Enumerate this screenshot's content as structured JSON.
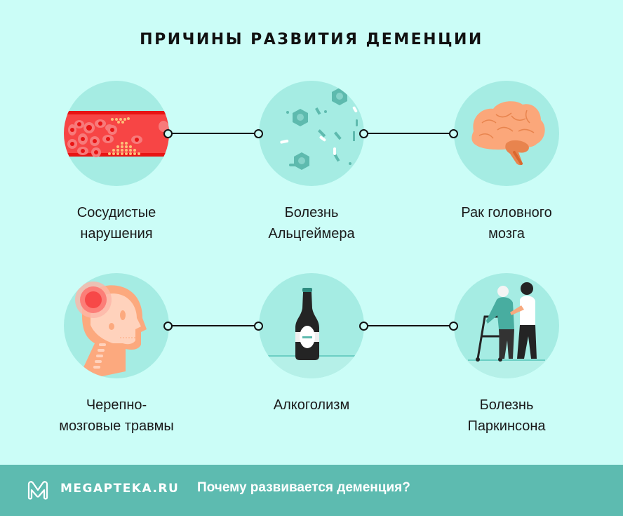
{
  "title": "ПРИЧИНЫ РАЗВИТИЯ ДЕМЕНЦИИ",
  "causes": [
    {
      "id": "vascular",
      "icon": "blood-vessel-icon",
      "line1": "Сосудистые",
      "line2": "нарушения"
    },
    {
      "id": "alzheimer",
      "icon": "neurons-icon",
      "line1": "Болезнь",
      "line2": "Альцгеймера"
    },
    {
      "id": "brain-cancer",
      "icon": "brain-icon",
      "line1": "Рак головного",
      "line2": "мозга"
    },
    {
      "id": "tbi",
      "icon": "head-injury-icon",
      "line1": "Черепно-",
      "line2": "мозговые травмы"
    },
    {
      "id": "alcoholism",
      "icon": "bottle-icon",
      "line1": "Алкоголизм",
      "line2": ""
    },
    {
      "id": "parkinson",
      "icon": "walker-caregiver-icon",
      "line1": "Болезнь",
      "line2": "Паркинсона"
    }
  ],
  "footer": {
    "brand": "MEGAPTEKA.RU",
    "tagline": "Почему развивается деменция?"
  },
  "colors": {
    "background": "#CBFDF7",
    "circle": "#A5ECE3",
    "footer": "#5DBBB0",
    "text": "#111111"
  }
}
